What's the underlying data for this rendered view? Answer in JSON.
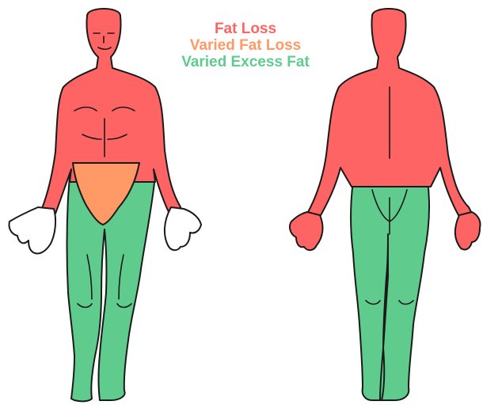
{
  "legend": {
    "items": [
      {
        "label": "Fat Loss",
        "color": "#ff6464"
      },
      {
        "label": "Varied Fat Loss",
        "color": "#ff9966"
      },
      {
        "label": "Varied Excess Fat",
        "color": "#5fcc8e"
      }
    ]
  },
  "figures": [
    "front-view",
    "back-view"
  ],
  "hand_color": "#ffffff"
}
